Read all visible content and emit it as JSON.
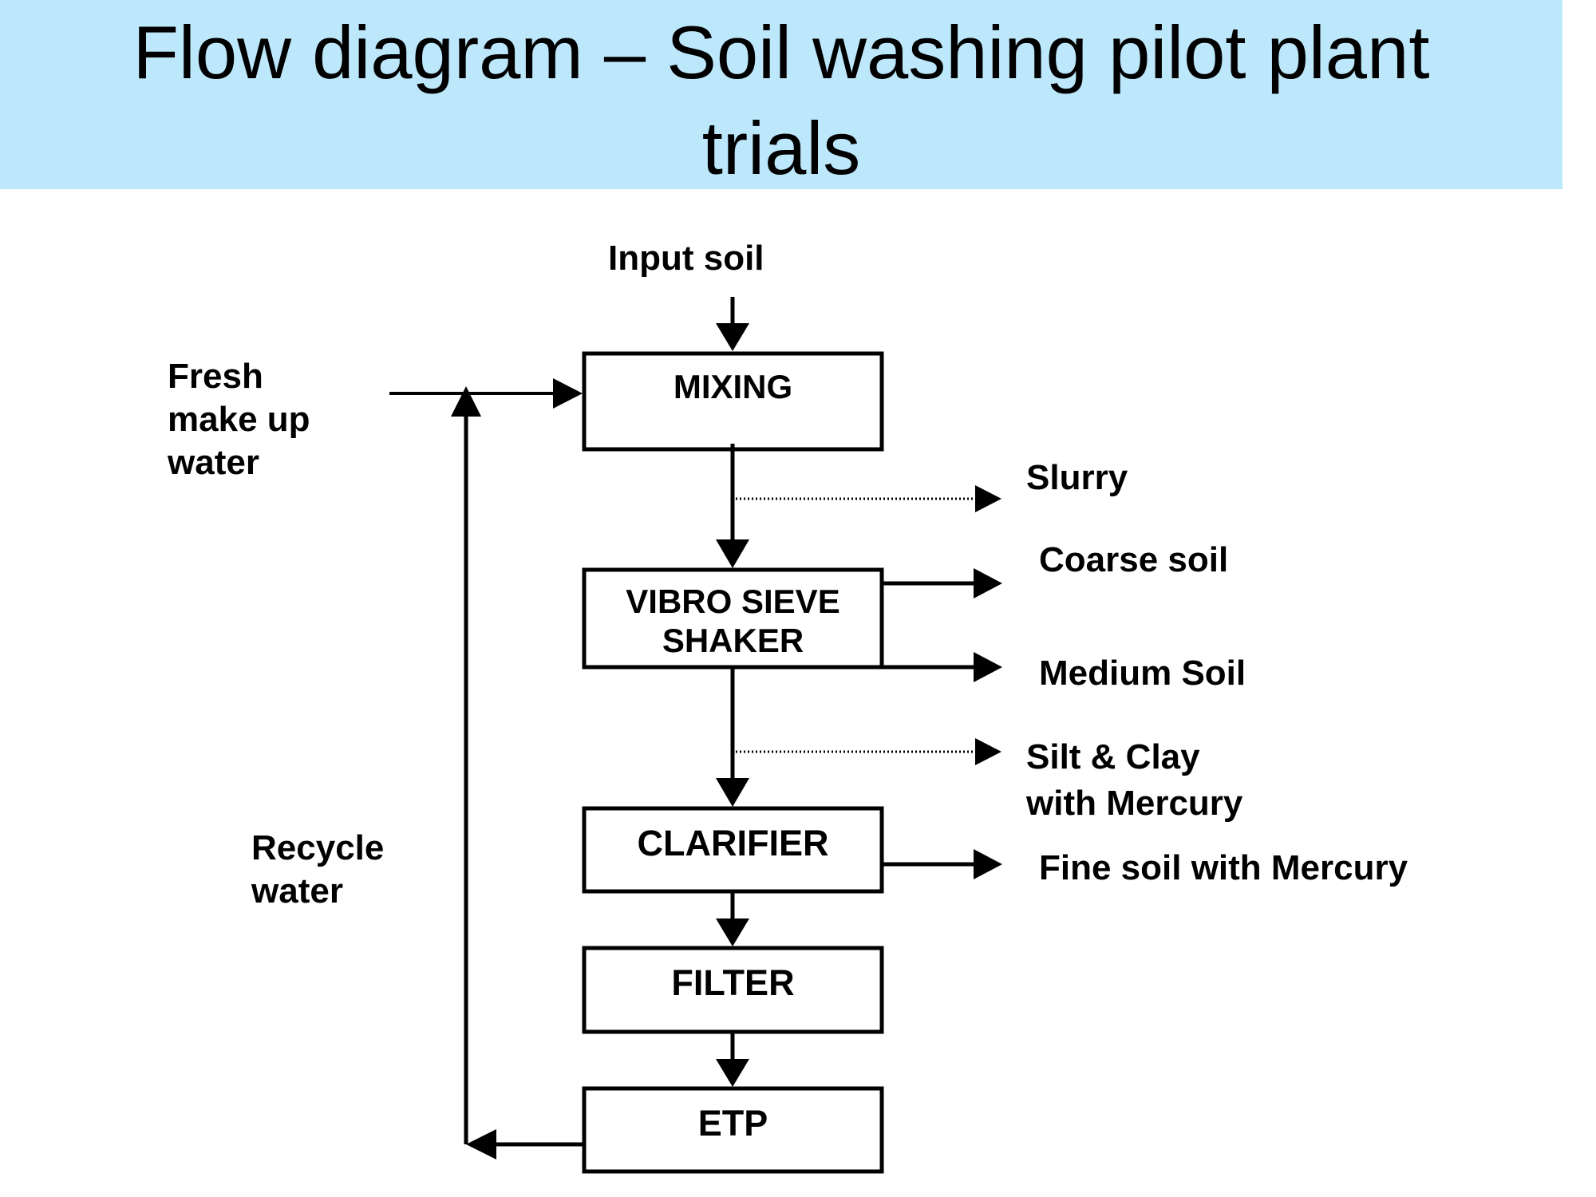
{
  "title": "Flow diagram – Soil washing pilot plant trials",
  "title_lines": [
    "Flow diagram – Soil washing pilot plant",
    "trials"
  ],
  "colors": {
    "banner": "#bde7fb",
    "ink": "#000000"
  },
  "process_units": [
    {
      "id": "mixing",
      "lines": [
        "MIXING"
      ]
    },
    {
      "id": "vibro-sieve-shaker",
      "lines": [
        "VIBRO SIEVE",
        "SHAKER"
      ]
    },
    {
      "id": "clarifier",
      "lines": [
        "CLARIFIER"
      ]
    },
    {
      "id": "filter",
      "lines": [
        "FILTER"
      ]
    },
    {
      "id": "etp",
      "lines": [
        "ETP"
      ]
    }
  ],
  "streams": {
    "input_soil": "Input soil",
    "fresh_water": [
      "Fresh",
      "make up",
      "water"
    ],
    "recycle_water": [
      "Recycle",
      "water"
    ],
    "slurry": "Slurry",
    "coarse_soil": "Coarse soil",
    "medium_soil": "Medium Soil",
    "silt_clay": [
      "Silt & Clay",
      "with Mercury"
    ],
    "fine_soil": "Fine soil with Mercury"
  }
}
